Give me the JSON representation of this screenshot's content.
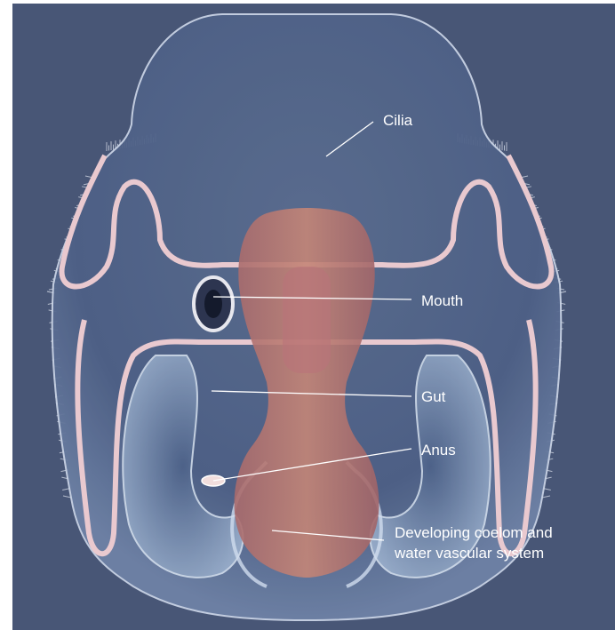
{
  "figure": {
    "labels": {
      "cilia": "Cilia",
      "mouth": "Mouth",
      "gut": "Gut",
      "anus": "Anus",
      "coelom_line1": "Developing coelom and",
      "coelom_line2": "water vascular system"
    }
  }
}
